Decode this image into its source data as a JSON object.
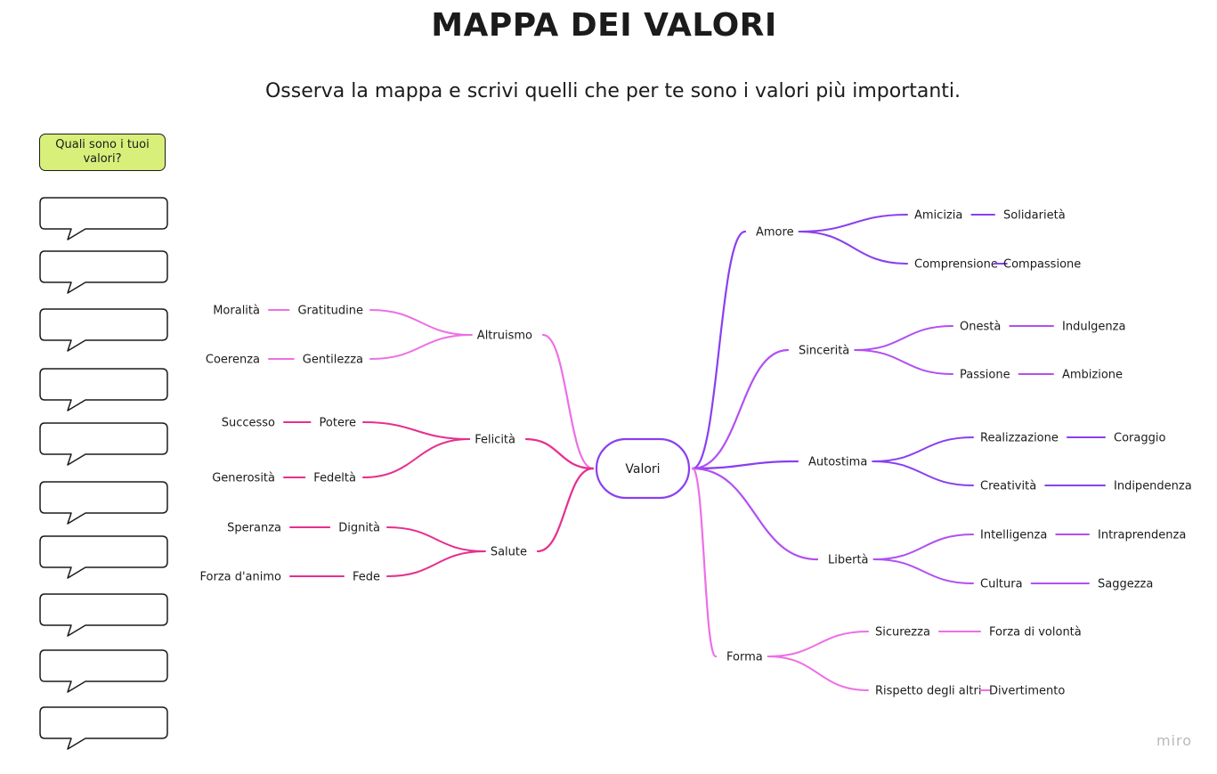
{
  "header": {
    "title": "MAPPA DEI VALORI",
    "subtitle": "Osserva la mappa e scrivi quelli che per te sono i valori più importanti."
  },
  "sidebar": {
    "prompt": "Quali sono i tuoi valori?",
    "bubble_count": 10
  },
  "mindmap": {
    "root": "Valori",
    "colors": {
      "purple": "#8a3ff0",
      "violet": "#b24ff2",
      "pink": "#ee6fe6",
      "magenta": "#e62f8f"
    },
    "branches": [
      {
        "label": "Amore",
        "side": "right",
        "color": "#8a3ff0",
        "children": [
          {
            "label": "Amicizia",
            "next": "Solidarietà"
          },
          {
            "label": "Comprensione",
            "next": "Compassione"
          }
        ]
      },
      {
        "label": "Sincerità",
        "side": "right",
        "color": "#b24ff2",
        "children": [
          {
            "label": "Onestà",
            "next": "Indulgenza"
          },
          {
            "label": "Passione",
            "next": "Ambizione"
          }
        ]
      },
      {
        "label": "Autostima",
        "side": "right",
        "color": "#8a3ff0",
        "children": [
          {
            "label": "Realizzazione",
            "next": "Coraggio"
          },
          {
            "label": "Creatività",
            "next": "Indipendenza"
          }
        ]
      },
      {
        "label": "Libertà",
        "side": "right",
        "color": "#b24ff2",
        "children": [
          {
            "label": "Intelligenza",
            "next": "Intraprendenza"
          },
          {
            "label": "Cultura",
            "next": "Saggezza"
          }
        ]
      },
      {
        "label": "Forma",
        "side": "right",
        "color": "#ee6fe6",
        "children": [
          {
            "label": "Sicurezza",
            "next": "Forza di volontà"
          },
          {
            "label": "Rispetto degli altri",
            "next": "Divertimento"
          }
        ]
      },
      {
        "label": "Altruismo",
        "side": "left",
        "color": "#ee6fe6",
        "children": [
          {
            "label": "Gratitudine",
            "next": "Moralità"
          },
          {
            "label": "Gentilezza",
            "next": "Coerenza"
          }
        ]
      },
      {
        "label": "Felicità",
        "side": "left",
        "color": "#e62f8f",
        "children": [
          {
            "label": "Potere",
            "next": "Successo"
          },
          {
            "label": "Fedeltà",
            "next": "Generosità"
          }
        ]
      },
      {
        "label": "Salute",
        "side": "left",
        "color": "#e62f8f",
        "children": [
          {
            "label": "Dignità",
            "next": "Speranza"
          },
          {
            "label": "Fede",
            "next": "Forza d'animo"
          }
        ]
      }
    ]
  },
  "watermark": "miro"
}
